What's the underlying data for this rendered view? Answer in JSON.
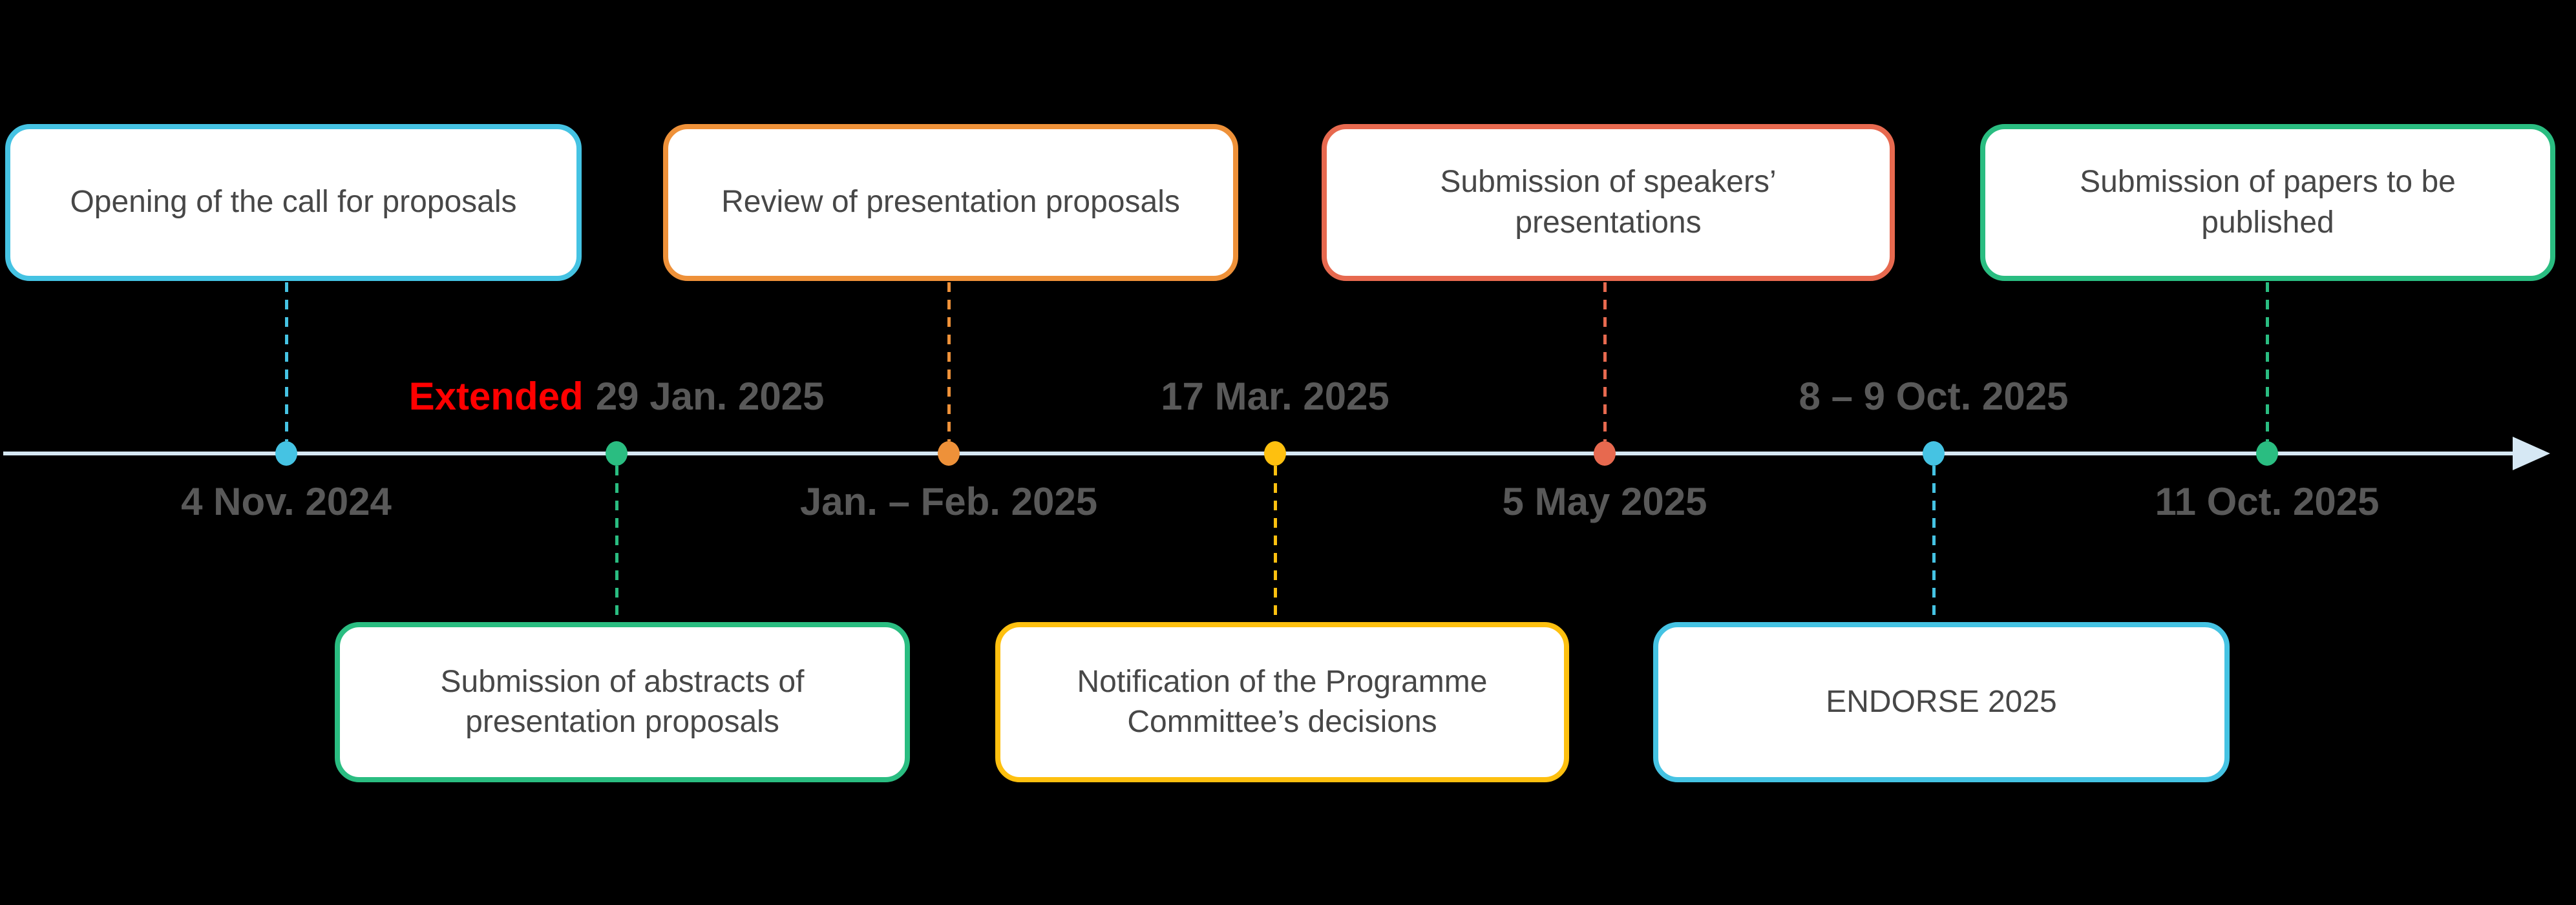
{
  "canvas": {
    "background": "#000000"
  },
  "timeline": {
    "line_color": "#D6E8F4",
    "date_text_color": "#595959",
    "box_text_color": "#474747",
    "direction": "left-to-right"
  },
  "events": [
    {
      "box_label": "Opening of the call for proposals",
      "date": "4 Nov. 2024",
      "color": "#45C3E3",
      "box_side": "above",
      "date_side": "below"
    },
    {
      "box_label": "Submission of abstracts of presentation proposals",
      "date": "29 Jan. 2025",
      "date_prefix": "Extended",
      "date_prefix_color": "#FF0000",
      "color": "#2ABD81",
      "box_side": "below",
      "date_side": "above"
    },
    {
      "box_label": "Review of presentation proposals",
      "date": "Jan. – Feb. 2025",
      "color": "#EE9139",
      "box_side": "above",
      "date_side": "below"
    },
    {
      "box_label": "Notification of the Programme Committee’s decisions",
      "date": "17 Mar. 2025",
      "color": "#FEC00F",
      "box_side": "below",
      "date_side": "above"
    },
    {
      "box_label": "Submission of speakers’ presentations",
      "date": "5 May 2025",
      "color": "#E7694F",
      "box_side": "above",
      "date_side": "below"
    },
    {
      "box_label": "ENDORSE 2025",
      "date": "8 – 9 Oct. 2025",
      "color": "#45C3E3",
      "box_side": "below",
      "date_side": "above"
    },
    {
      "box_label": "Submission of papers to be published",
      "date": "11 Oct. 2025",
      "color": "#2ABD81",
      "box_side": "above",
      "date_side": "below"
    }
  ]
}
